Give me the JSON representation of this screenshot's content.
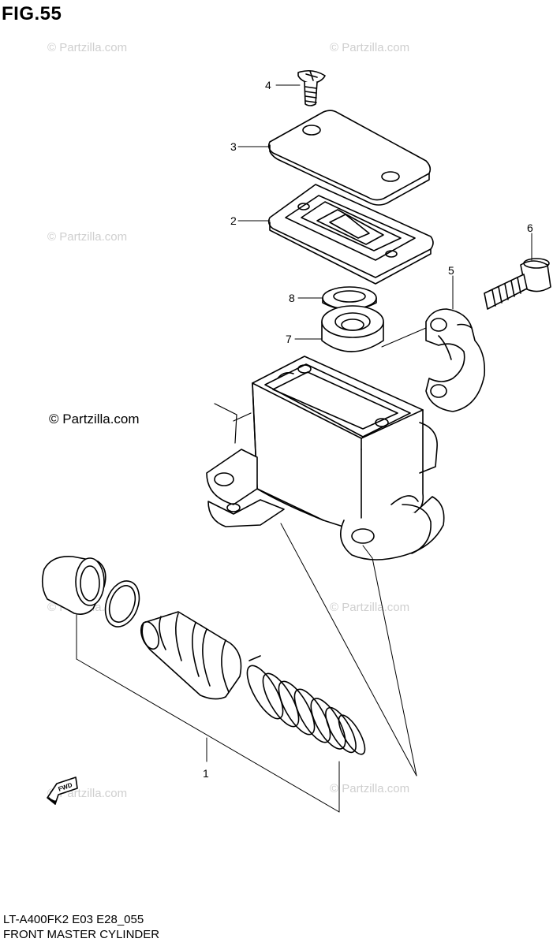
{
  "figure": {
    "title": "FIG.55",
    "footer_code": "LT-A400FK2 E03 E28_055",
    "footer_name": "FRONT MASTER CYLINDER"
  },
  "copyright": "© Partzilla.com",
  "watermark": "© Partzilla.com",
  "callouts": {
    "p1": "1",
    "p2": "2",
    "p3": "3",
    "p4": "4",
    "p5": "5",
    "p6": "6",
    "p7": "7",
    "p8": "8"
  },
  "direction_mark": "FWD"
}
